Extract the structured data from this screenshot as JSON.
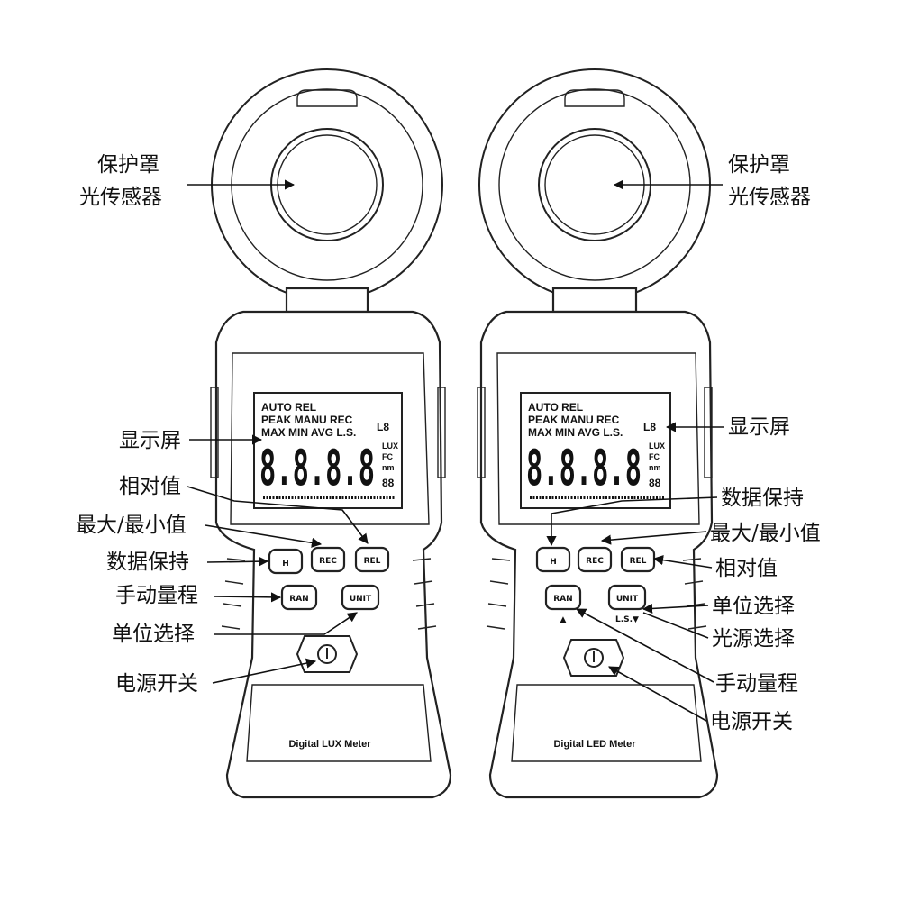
{
  "meters": [
    {
      "model": "Digital LUX Meter",
      "buttons": {
        "hold": "H",
        "rec": "REC",
        "rel": "REL",
        "ran": "RAN",
        "unit": "UNIT",
        "power": "⏻"
      },
      "lcd": {
        "row1": "AUTO REL",
        "row2": "PEAK MANU REC",
        "row3": "MAX MIN AVG L.S.",
        "big": "8.8.8.8",
        "side": "L8",
        "units": [
          "LUX",
          "FC",
          "nm"
        ],
        "sub": "88"
      },
      "callouts": {
        "cover_sensor": [
          "保护罩",
          "光传感器"
        ],
        "display": "显示屏",
        "relative": "相对值",
        "maxmin": "最大/最小值",
        "hold": "数据保持",
        "manual_range": "手动量程",
        "unit_select": "单位选择",
        "power": "电源开关"
      }
    },
    {
      "model": "Digital LED Meter",
      "buttons": {
        "hold": "H",
        "rec": "REC",
        "rel": "REL",
        "ran": "RAN",
        "unit": "UNIT",
        "unit_sub": "L.S.▼",
        "ran_sub": "▲",
        "power": "⏻"
      },
      "lcd": {
        "row1": "AUTO REL",
        "row2": "PEAK MANU REC",
        "row3": "MAX MIN AVG L.S.",
        "big": "8.8.8.8",
        "side": "L8",
        "units": [
          "LUX",
          "FC",
          "nm"
        ],
        "sub": "88"
      },
      "callouts": {
        "cover_sensor": [
          "保护罩",
          "光传感器"
        ],
        "display": "显示屏",
        "hold": "数据保持",
        "maxmin": "最大/最小值",
        "relative": "相对值",
        "unit_select": "单位选择",
        "light_source": "光源选择",
        "manual_range": "手动量程",
        "power": "电源开关"
      }
    }
  ]
}
